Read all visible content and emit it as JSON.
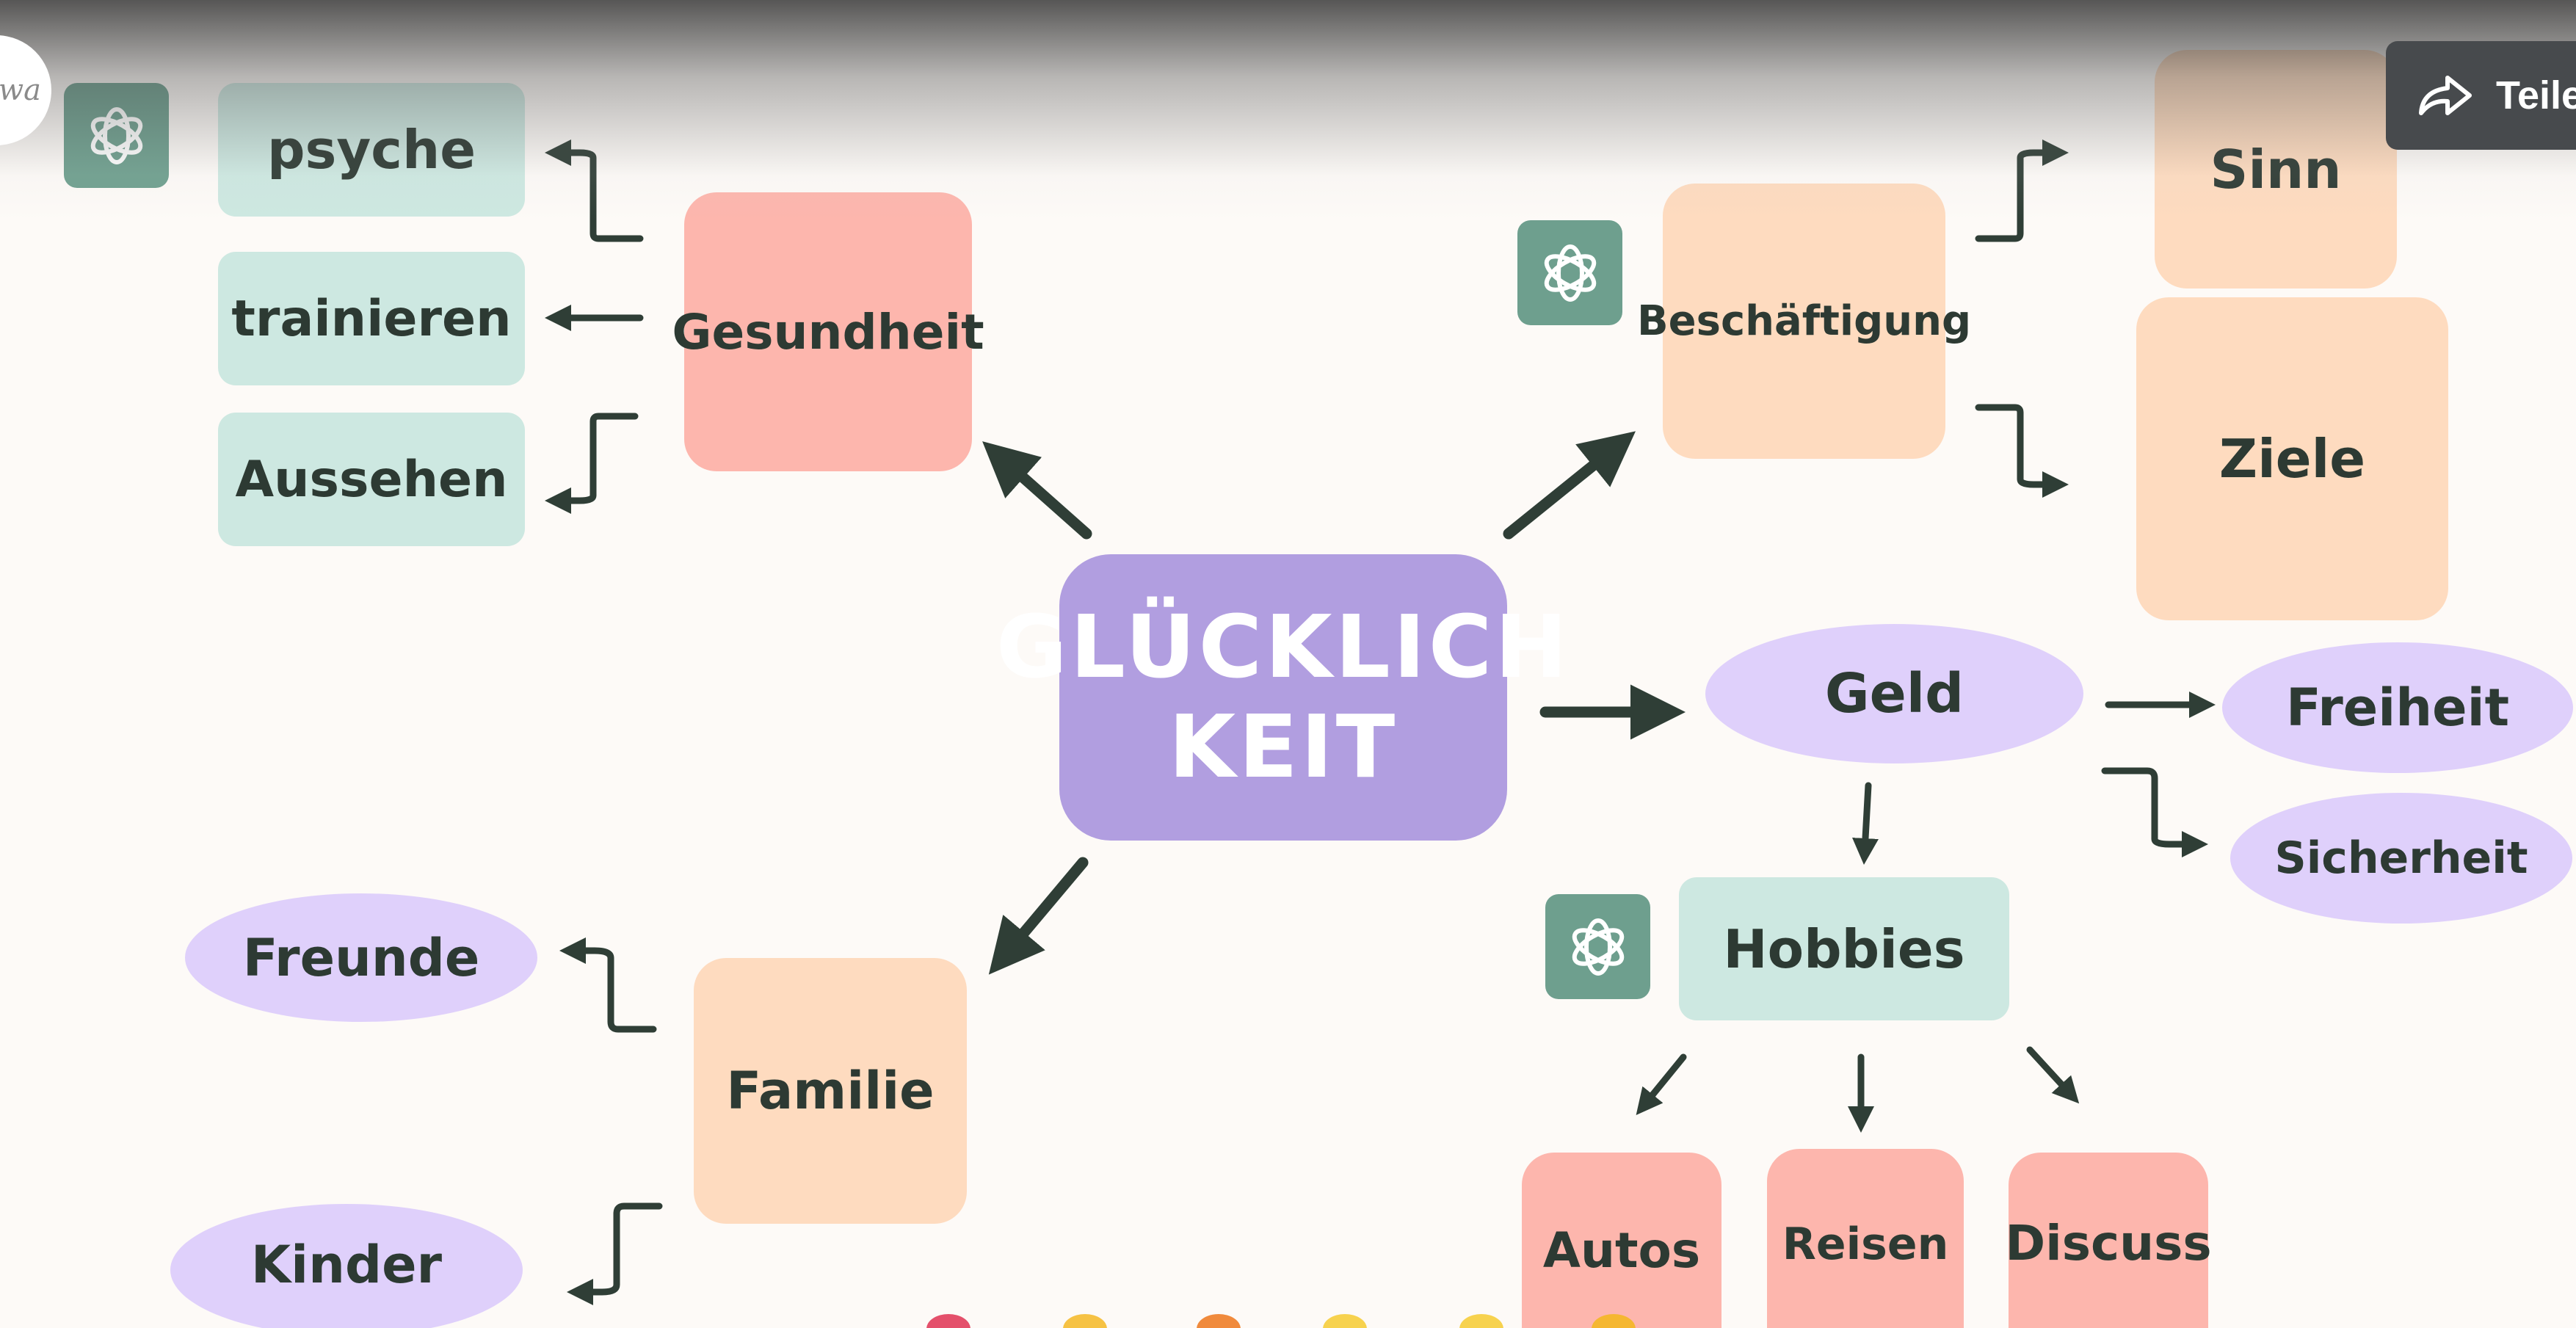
{
  "canvas": {
    "background": "#fdfaf7"
  },
  "colors": {
    "mint": "#cde8e1",
    "salmon": "#fdb6ad",
    "peach": "#fedbbf",
    "lavender": "#dfd0fb",
    "purple": "#b19ee0",
    "arrow": "#2f3e36",
    "gpt": "#6e9f8e"
  },
  "overlay": {
    "share_label": "Teile",
    "share_icon": "share-arrow-icon",
    "avatar_text": "wa"
  },
  "mindmap": {
    "center": {
      "line1": "GLÜCKLICH",
      "line2": "KEIT"
    },
    "gesundheit": {
      "label": "Gesundheit",
      "children": [
        "psyche",
        "trainieren",
        "Aussehen"
      ]
    },
    "beschaeftigung": {
      "label": "Beschäftigung",
      "children": [
        "Sinn",
        "Ziele"
      ]
    },
    "geld": {
      "label": "Geld",
      "children": [
        "Freiheit",
        "Sicherheit"
      ]
    },
    "hobbies": {
      "label": "Hobbies",
      "children": [
        "Autos",
        "Reisen",
        "Discuss"
      ]
    },
    "familie": {
      "label": "Familie",
      "children": [
        "Freunde",
        "Kinder"
      ]
    }
  },
  "icons": [
    "chatgpt-logo-icon"
  ]
}
